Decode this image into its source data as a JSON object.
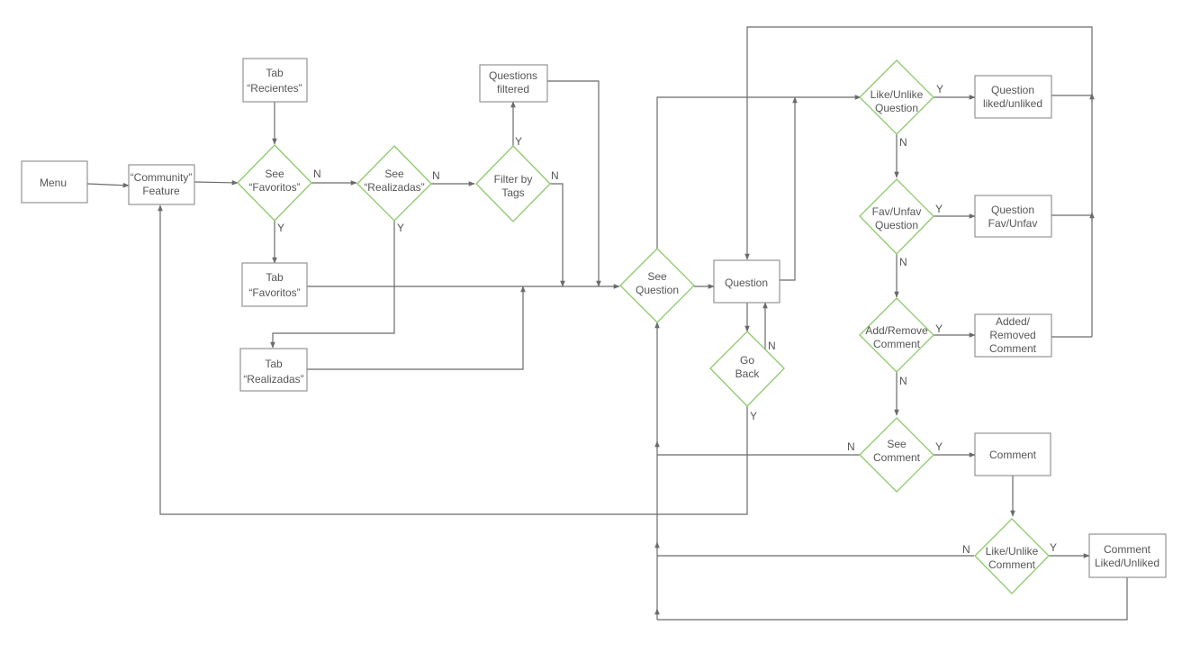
{
  "colors": {
    "box_border": "#8a8a8a",
    "decision_border": "#8cc96a",
    "connector": "#6b6b6b",
    "text": "#555555"
  },
  "nodes": {
    "menu": [
      "Menu"
    ],
    "community": [
      "“Community”",
      "Feature"
    ],
    "tab_recientes": [
      "Tab",
      "“Recientes”"
    ],
    "see_favoritos": [
      "See",
      "“Favoritos”"
    ],
    "tab_favoritos": [
      "Tab",
      "“Favoritos”"
    ],
    "see_realizadas": [
      "See",
      "“Realizadas”"
    ],
    "tab_realizadas": [
      "Tab",
      "“Realizadas”"
    ],
    "filter_tags": [
      "Filter by",
      "Tags"
    ],
    "questions_filtered": [
      "Questions",
      "filtered"
    ],
    "see_question": [
      "See",
      "Question"
    ],
    "question": [
      "Question"
    ],
    "go_back": [
      "Go",
      "Back"
    ],
    "like_question": [
      "Like/Unlike",
      "Question"
    ],
    "question_liked": [
      "Question",
      "liked/unliked"
    ],
    "fav_question": [
      "Fav/Unfav",
      "Question"
    ],
    "question_fav": [
      "Question",
      "Fav/Unfav"
    ],
    "add_comment": [
      "Add/Remove",
      "Comment"
    ],
    "added_comment": [
      "Added/",
      "Removed",
      "Comment"
    ],
    "see_comment": [
      "See",
      "Comment"
    ],
    "comment": [
      "Comment"
    ],
    "like_comment": [
      "Like/Unlike",
      "Comment"
    ],
    "comment_liked": [
      "Comment",
      "Liked/Unliked"
    ]
  },
  "edge_labels": {
    "fav_n": "N",
    "fav_y": "Y",
    "real_n": "N",
    "real_y": "Y",
    "filter_n": "N",
    "filter_y": "Y",
    "goback_n": "N",
    "goback_y": "Y",
    "like_q_y": "Y",
    "like_q_n": "N",
    "fav_q_y": "Y",
    "fav_q_n": "N",
    "add_c_y": "Y",
    "add_c_n": "N",
    "see_c_n": "N",
    "see_c_y": "Y",
    "like_c_n": "N",
    "like_c_y": "Y"
  }
}
